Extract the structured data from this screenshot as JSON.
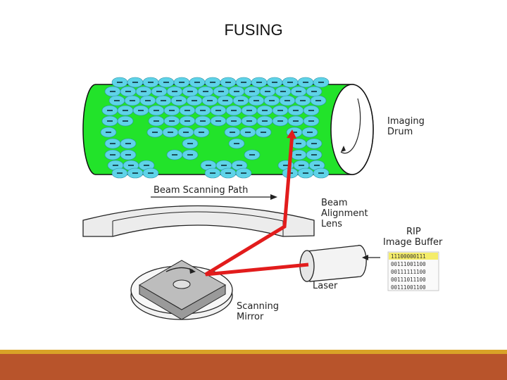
{
  "slide": {
    "title": "FUSING"
  },
  "diagram": {
    "labels": {
      "imaging_drum": [
        "Imaging",
        "Drum"
      ],
      "beam_scanning_path": "Beam Scanning Path",
      "beam_alignment_lens": [
        "Beam",
        "Alignment",
        "Lens"
      ],
      "rip_image_buffer": [
        "RIP",
        "Image Buffer"
      ],
      "laser": "Laser",
      "scanning_mirror": [
        "Scanning",
        "Mirror"
      ]
    },
    "buffer_rows": [
      "11100000111",
      "00111001100",
      "00111111100",
      "00111011100",
      "00111001100"
    ],
    "colors": {
      "drum": "#22e32a",
      "toner": "#5ed3e8",
      "beam": "#e21c1c",
      "footer_gold": "#d9a227",
      "footer_rust": "#b8542b"
    }
  }
}
